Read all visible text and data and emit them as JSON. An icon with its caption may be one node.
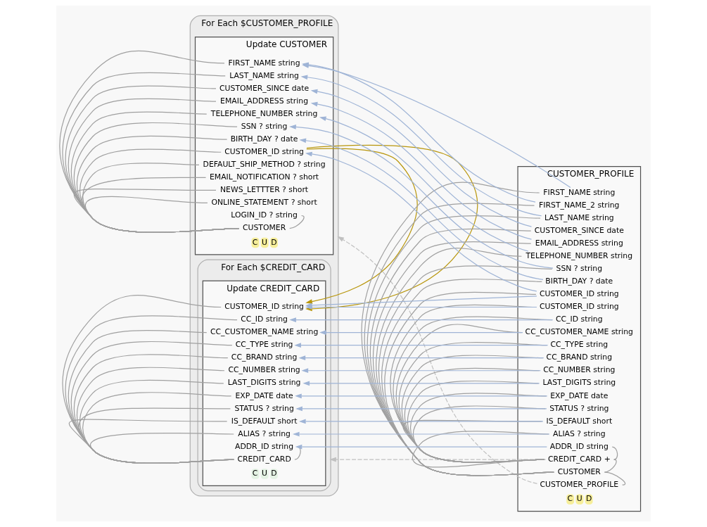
{
  "diagram": {
    "nodes": [
      {
        "text": [
          "For Each $CUSTOMER_PROFILE"
        ]
      },
      {
        "text": [
          "Update CUSTOMER"
        ],
        "in": 0,
        "beside": [
          "C",
          "U",
          "D"
        ]
      },
      {
        "text": [
          "CUSTOMER"
        ],
        "in": 1
      },
      {
        "text": [
          "CUSTOMER_ID string"
        ],
        "in": 1
      },
      {
        "text": [
          "FIRST_NAME string"
        ],
        "in": 1
      },
      {
        "text": [
          "LAST_NAME string"
        ],
        "in": 1
      },
      {
        "text": [
          "CUSTOMER_SINCE date"
        ],
        "in": 1
      },
      {
        "text": [
          "EMAIL_ADDRESS string"
        ],
        "in": 1
      },
      {
        "text": [
          "TELEPHONE_NUMBER string"
        ],
        "in": 1
      },
      {
        "text": [
          "SSN ? string"
        ],
        "in": 1
      },
      {
        "text": [
          "BIRTH_DAY ? date"
        ],
        "in": 1
      },
      {
        "text": [
          "DEFAULT_SHIP_METHOD ? string"
        ],
        "in": 1
      },
      {
        "text": [
          "EMAIL_NOTIFICATION ? short"
        ],
        "in": 1
      },
      {
        "text": [
          "NEWS_LETTTER ? short"
        ],
        "in": 1
      },
      {
        "text": [
          "ONLINE_STATEMENT ? short"
        ],
        "in": 1
      },
      {
        "text": [
          "LOGIN_ID ? string"
        ],
        "in": 1
      },
      {
        "text": [
          "For Each $CREDIT_CARD"
        ],
        "in": 0
      },
      {
        "text": [
          "Update CREDIT_CARD"
        ],
        "in": 16,
        "beside": [
          "C",
          "U",
          "D"
        ]
      },
      {
        "text": [
          "CREDIT_CARD"
        ],
        "in": 17
      },
      {
        "text": [
          "CC_ID string"
        ],
        "in": 17
      },
      {
        "text": [
          "CUSTOMER_ID string"
        ],
        "in": 17
      },
      {
        "text": [
          "CC_CUSTOMER_NAME string"
        ],
        "in": 17
      },
      {
        "text": [
          "CC_TYPE string"
        ],
        "in": 17
      },
      {
        "text": [
          "CC_BRAND string"
        ],
        "in": 17
      },
      {
        "text": [
          "CC_NUMBER string"
        ],
        "in": 17
      },
      {
        "text": [
          "LAST_DIGITS string"
        ],
        "in": 17
      },
      {
        "text": [
          "EXP_DATE date"
        ],
        "in": 17
      },
      {
        "text": [
          "STATUS ? string"
        ],
        "in": 17
      },
      {
        "text": [
          "IS_DEFAULT short"
        ],
        "in": 17
      },
      {
        "text": [
          "ALIAS ? string"
        ],
        "in": 17
      },
      {
        "text": [
          "ADDR_ID string"
        ],
        "in": 17
      },
      {
        "text": [
          "CUSTOMER_PROFILE"
        ],
        "beside": [
          "C",
          "U",
          "D"
        ]
      },
      {
        "text": [
          "CUSTOMER_PROFILE"
        ],
        "in": 31
      },
      {
        "text": [
          "CUSTOMER"
        ],
        "in": 31
      },
      {
        "text": [
          "CUSTOMER_ID string"
        ],
        "in": 31
      },
      {
        "text": [
          "FIRST_NAME string"
        ],
        "in": 31
      },
      {
        "text": [
          "FIRST_NAME_2 string"
        ],
        "in": 31
      },
      {
        "text": [
          "LAST_NAME string"
        ],
        "in": 31
      },
      {
        "text": [
          "CUSTOMER_SINCE date"
        ],
        "in": 31
      },
      {
        "text": [
          "EMAIL_ADDRESS string"
        ],
        "in": 31
      },
      {
        "text": [
          "TELEPHONE_NUMBER string"
        ],
        "in": 31
      },
      {
        "text": [
          "SSN ? string"
        ],
        "in": 31
      },
      {
        "text": [
          "BIRTH_DAY ? date"
        ],
        "in": 31
      },
      {
        "text": [
          "CREDIT_CARD +"
        ],
        "in": 31
      },
      {
        "text": [
          "CC_ID string"
        ],
        "in": 31
      },
      {
        "text": [
          "CUSTOMER_ID string"
        ],
        "in": 31
      },
      {
        "text": [
          "CC_CUSTOMER_NAME string"
        ],
        "in": 31
      },
      {
        "text": [
          "CC_TYPE string"
        ],
        "in": 31
      },
      {
        "text": [
          "CC_BRAND string"
        ],
        "in": 31
      },
      {
        "text": [
          "CC_NUMBER string"
        ],
        "in": 31
      },
      {
        "text": [
          "LAST_DIGITS string"
        ],
        "in": 31
      },
      {
        "text": [
          "EXP_DATE date"
        ],
        "in": 31
      },
      {
        "text": [
          "STATUS ? string"
        ],
        "in": 31
      },
      {
        "text": [
          "IS_DEFAULT short"
        ],
        "in": 31
      },
      {
        "text": [
          "ALIAS ? string"
        ],
        "in": 31
      },
      {
        "text": [
          "ADDR_ID string"
        ],
        "in": 31
      }
    ],
    "edges": [
      {
        "from": 2,
        "to": 3,
        "arrow": "none"
      },
      {
        "from": 2,
        "to": 4,
        "arrow": "none"
      },
      {
        "from": 2,
        "to": 5,
        "arrow": "none"
      },
      {
        "from": 2,
        "to": 6,
        "arrow": "none"
      },
      {
        "from": 2,
        "to": 7,
        "arrow": "none"
      },
      {
        "from": 2,
        "to": 8,
        "arrow": "none"
      },
      {
        "from": 2,
        "to": 9,
        "arrow": "none"
      },
      {
        "from": 2,
        "to": 10,
        "arrow": "none"
      },
      {
        "from": 2,
        "to": 11,
        "arrow": "none"
      },
      {
        "from": 2,
        "to": 12,
        "arrow": "none"
      },
      {
        "from": 2,
        "to": 13,
        "arrow": "none"
      },
      {
        "from": 2,
        "to": 14,
        "arrow": "none"
      },
      {
        "from": 2,
        "to": 15,
        "arrow": "none"
      },
      {
        "from": 18,
        "to": 19,
        "arrow": "none"
      },
      {
        "from": 18,
        "to": 20,
        "arrow": "none"
      },
      {
        "from": 18,
        "to": 21,
        "arrow": "none"
      },
      {
        "from": 18,
        "to": 22,
        "arrow": "none"
      },
      {
        "from": 18,
        "to": 23,
        "arrow": "none"
      },
      {
        "from": 18,
        "to": 24,
        "arrow": "none"
      },
      {
        "from": 18,
        "to": 25,
        "arrow": "none"
      },
      {
        "from": 18,
        "to": 26,
        "arrow": "none"
      },
      {
        "from": 18,
        "to": 27,
        "arrow": "none"
      },
      {
        "from": 18,
        "to": 28,
        "arrow": "none"
      },
      {
        "from": 18,
        "to": 29,
        "arrow": "none"
      },
      {
        "from": 18,
        "to": 30,
        "arrow": "none"
      },
      {
        "from": 32,
        "to": 33,
        "arrow": "none"
      },
      {
        "from": 33,
        "to": 34,
        "arrow": "none"
      },
      {
        "from": 33,
        "to": 35,
        "arrow": "none"
      },
      {
        "from": 33,
        "to": 36,
        "arrow": "none"
      },
      {
        "from": 33,
        "to": 37,
        "arrow": "none"
      },
      {
        "from": 33,
        "to": 38,
        "arrow": "none"
      },
      {
        "from": 33,
        "to": 39,
        "arrow": "none"
      },
      {
        "from": 33,
        "to": 40,
        "arrow": "none"
      },
      {
        "from": 33,
        "to": 41,
        "arrow": "none"
      },
      {
        "from": 33,
        "to": 42,
        "arrow": "none"
      },
      {
        "from": 33,
        "to": 43,
        "arrow": "none"
      },
      {
        "from": 43,
        "to": 44,
        "arrow": "none"
      },
      {
        "from": 43,
        "to": 45,
        "arrow": "none"
      },
      {
        "from": 43,
        "to": 46,
        "arrow": "none"
      },
      {
        "from": 43,
        "to": 47,
        "arrow": "none"
      },
      {
        "from": 43,
        "to": 48,
        "arrow": "none"
      },
      {
        "from": 43,
        "to": 49,
        "arrow": "none"
      },
      {
        "from": 43,
        "to": 50,
        "arrow": "none"
      },
      {
        "from": 43,
        "to": 51,
        "arrow": "none"
      },
      {
        "from": 43,
        "to": 52,
        "arrow": "none"
      },
      {
        "from": 43,
        "to": 53,
        "arrow": "none"
      },
      {
        "from": 43,
        "to": 54,
        "arrow": "none"
      },
      {
        "from": 43,
        "to": 55,
        "arrow": "none"
      },
      {
        "from": 32,
        "to": 0,
        "arrow": "to",
        "style": "dashed",
        "color": "#c0c0c0"
      },
      {
        "from": 43,
        "to": 16,
        "arrow": "to",
        "style": "dashed",
        "color": "#c0c0c0"
      },
      {
        "from": 34,
        "to": 3,
        "arrow": "to",
        "color": "#9fb4d6"
      },
      {
        "from": 35,
        "to": 4,
        "arrow": "to",
        "color": "#9fb4d6"
      },
      {
        "from": 36,
        "to": 4,
        "arrow": "to",
        "color": "#9fb4d6"
      },
      {
        "from": 37,
        "to": 5,
        "arrow": "to",
        "color": "#9fb4d6"
      },
      {
        "from": 38,
        "to": 6,
        "arrow": "to",
        "color": "#9fb4d6"
      },
      {
        "from": 39,
        "to": 7,
        "arrow": "to",
        "color": "#9fb4d6"
      },
      {
        "from": 40,
        "to": 8,
        "arrow": "to",
        "color": "#9fb4d6"
      },
      {
        "from": 41,
        "to": 9,
        "arrow": "to",
        "color": "#9fb4d6"
      },
      {
        "from": 42,
        "to": 10,
        "arrow": "to",
        "color": "#9fb4d6"
      },
      {
        "from": 3,
        "to": 20,
        "arrow": "to",
        "color": "#b8960c"
      },
      {
        "from": 34,
        "to": 20,
        "arrow": "to",
        "color": "#9fb4d6"
      },
      {
        "from": 44,
        "to": 19,
        "arrow": "to",
        "color": "#9fb4d6"
      },
      {
        "from": 45,
        "to": 20,
        "arrow": "to",
        "color": "#9fb4d6"
      },
      {
        "from": 46,
        "to": 21,
        "arrow": "to",
        "color": "#9fb4d6"
      },
      {
        "from": 47,
        "to": 22,
        "arrow": "to",
        "color": "#9fb4d6"
      },
      {
        "from": 48,
        "to": 23,
        "arrow": "to",
        "color": "#9fb4d6"
      },
      {
        "from": 49,
        "to": 24,
        "arrow": "to",
        "color": "#9fb4d6"
      },
      {
        "from": 50,
        "to": 25,
        "arrow": "to",
        "color": "#9fb4d6"
      },
      {
        "from": 51,
        "to": 26,
        "arrow": "to",
        "color": "#9fb4d6"
      },
      {
        "from": 52,
        "to": 27,
        "arrow": "to",
        "color": "#9fb4d6"
      },
      {
        "from": 53,
        "to": 28,
        "arrow": "to",
        "color": "#9fb4d6"
      },
      {
        "from": 54,
        "to": 29,
        "arrow": "to",
        "color": "#9fb4d6"
      },
      {
        "from": 55,
        "to": 30,
        "arrow": "to",
        "color": "#9fb4d6"
      }
    ]
  }
}
